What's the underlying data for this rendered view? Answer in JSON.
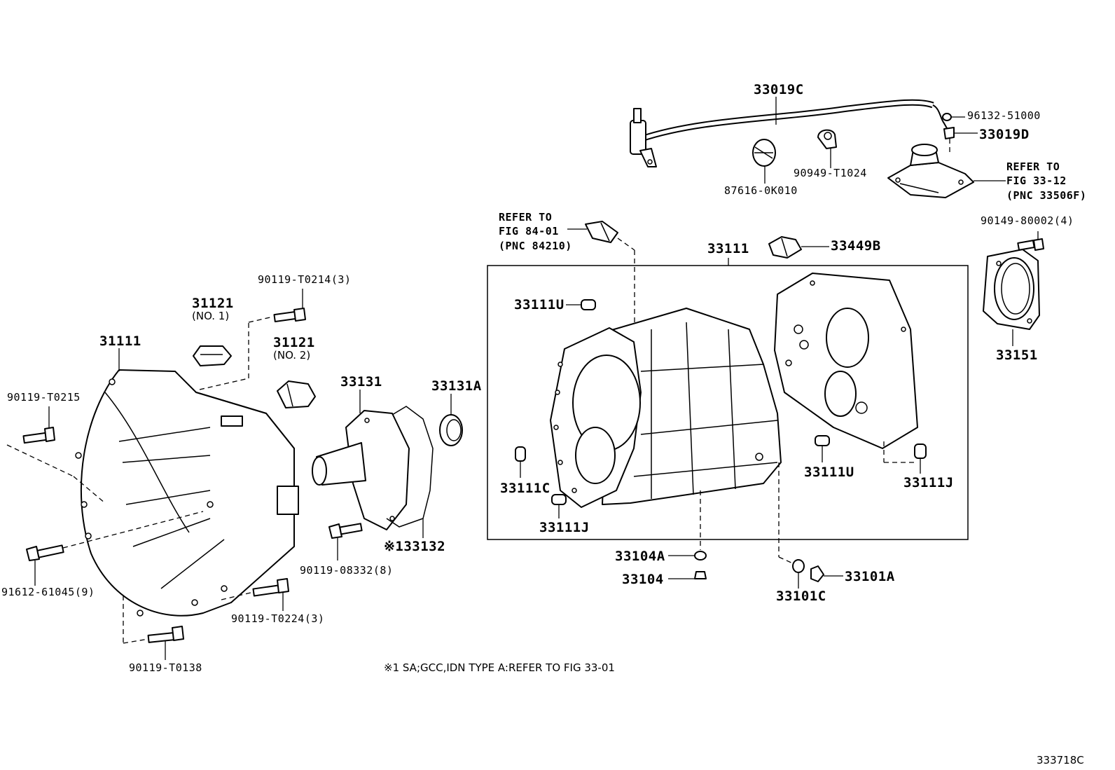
{
  "labels": {
    "p33019C": "33019C",
    "p96132": "96132-51000",
    "p33019D": "33019D",
    "p90949": "90949-T1024",
    "p87616": "87616-0K010",
    "ref_33_12": "REFER TO\nFIG 33-12\n(PNC 33506F)",
    "ref_84_01": "REFER TO\nFIG 84-01\n(PNC 84210)",
    "p33449B": "33449B",
    "p33111": "33111",
    "p90149": "90149-80002(4)",
    "p33111U_a": "33111U",
    "p90119_T0214": "90119-T0214(3)",
    "p31121_1": "31121",
    "p31121_1_sub": "(NO. 1)",
    "p31111": "31111",
    "p31121_2": "31121",
    "p31121_2_sub": "(NO. 2)",
    "p33131": "33131",
    "p33131A": "33131A",
    "p33151": "33151",
    "p90119_T0215": "90119-T0215",
    "p33111C": "33111C",
    "p33111U_b": "33111U",
    "p33111J_b": "33111J",
    "p33111J_a": "33111J",
    "p33132": "※133132",
    "p91612": "91612-61045(9)",
    "p90119_08332": "90119-08332(8)",
    "p33104A": "33104A",
    "p33104": "33104",
    "p33101A": "33101A",
    "p33101C": "33101C",
    "p90119_T0224": "90119-T0224(3)",
    "p90119_T0138": "90119-T0138",
    "footnote": "※1 SA;GCC,IDN TYPE A:REFER TO FIG 33-01",
    "figure_id": "333718C"
  }
}
